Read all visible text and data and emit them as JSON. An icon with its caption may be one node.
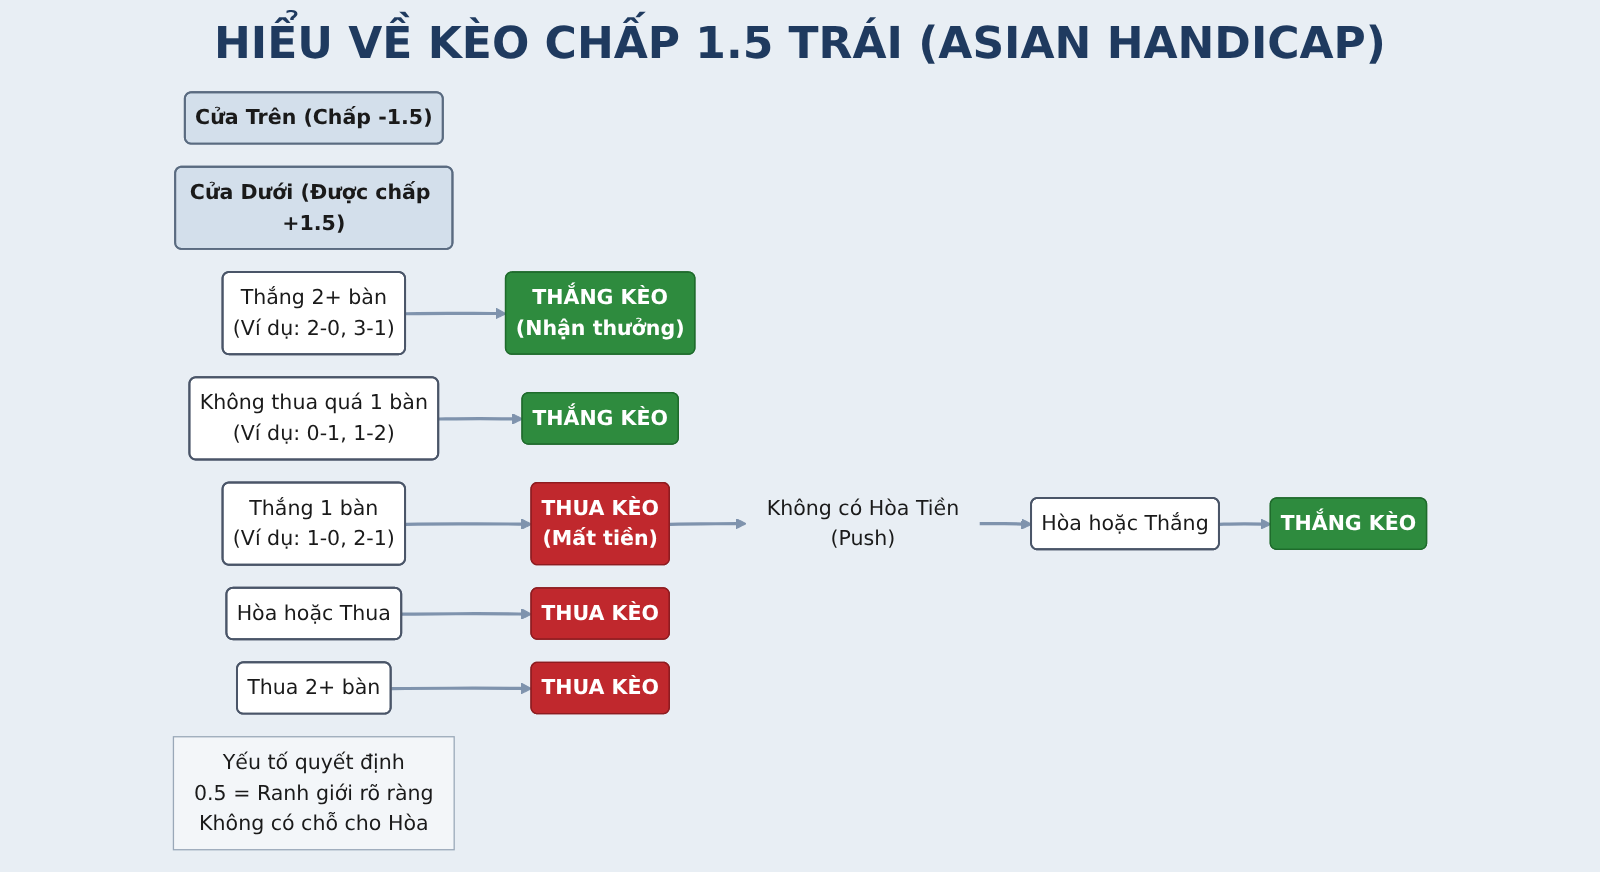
{
  "diagram": {
    "title": "HIỂU VỀ KÈO CHẤP 1.5 TRÁI (ASIAN HANDICAP)",
    "nodes": [
      {
        "text": [
          "Cửa Trên (Chấp -1.5)"
        ]
      },
      {
        "text": [
          "Cửa Dưới (Được chấp +1.5)"
        ]
      },
      {
        "text": [
          "Thắng 2+ bàn",
          "(Ví dụ: 2-0, 3-1)"
        ]
      },
      {
        "text": [
          "THẮNG KÈO",
          "(Nhận thưởng)"
        ]
      },
      {
        "text": [
          "Không thua quá 1 bàn",
          "(Ví dụ: 0-1, 1-2)"
        ]
      },
      {
        "text": [
          "THẮNG KÈO"
        ]
      },
      {
        "text": [
          "Thắng 1 bàn",
          "(Ví dụ: 1-0, 2-1)"
        ]
      },
      {
        "text": [
          "THUA KÈO",
          "(Mất tiền)"
        ]
      },
      {
        "text": [
          "Không có Hòa Tiền",
          "(Push)"
        ]
      },
      {
        "text": [
          "Hòa hoặc Thắng"
        ]
      },
      {
        "text": [
          "THẮNG KÈO"
        ]
      },
      {
        "text": [
          "Hòa hoặc Thua"
        ]
      },
      {
        "text": [
          "THUA KÈO"
        ]
      },
      {
        "text": [
          "Thua 2+ bàn"
        ]
      },
      {
        "text": [
          "THUA KÈO"
        ]
      },
      {
        "text": [
          "Yếu tố quyết định",
          "0.5 = Ranh giới rõ ràng",
          "Không có chỗ cho Hòa"
        ]
      }
    ],
    "edges": [
      {
        "from": 2,
        "to": 3,
        "arrow": "to"
      },
      {
        "from": 4,
        "to": 5,
        "arrow": "to"
      },
      {
        "from": 6,
        "to": 7,
        "arrow": "to"
      },
      {
        "from": 7,
        "to": 8,
        "arrow": "to"
      },
      {
        "from": 8,
        "to": 9,
        "arrow": "to"
      },
      {
        "from": 9,
        "to": 10,
        "arrow": "to"
      },
      {
        "from": 11,
        "to": 12,
        "arrow": "to"
      },
      {
        "from": 13,
        "to": 14,
        "arrow": "to"
      }
    ]
  }
}
